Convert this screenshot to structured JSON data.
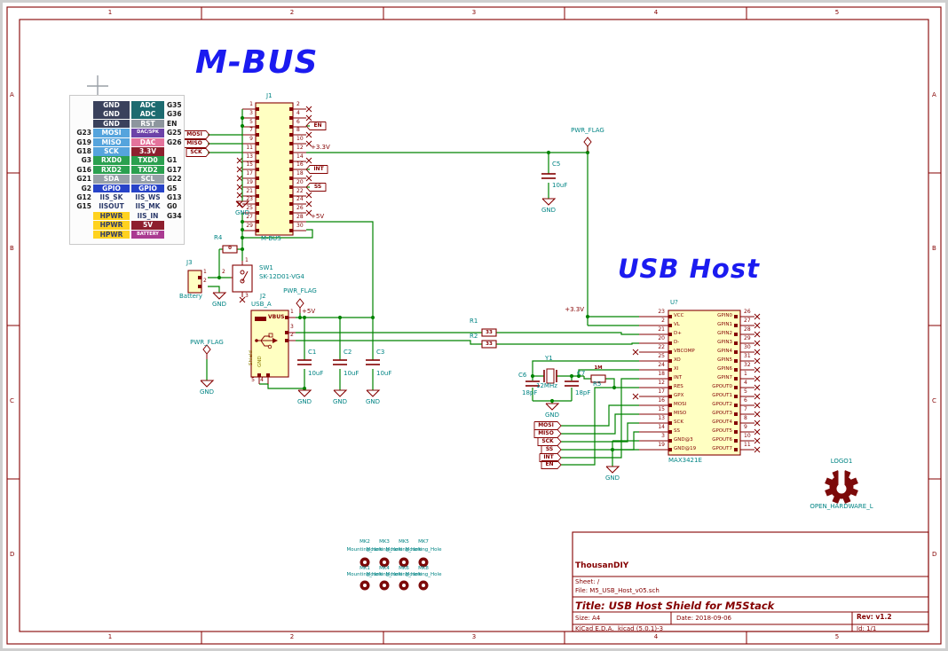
{
  "frame": {
    "cols": [
      "1",
      "2",
      "3",
      "4",
      "5"
    ],
    "rows": [
      "A",
      "B",
      "C",
      "D"
    ]
  },
  "titles": {
    "mbus": "M-BUS",
    "usb": "USB Host"
  },
  "power": {
    "p3v3": "+3.3V",
    "p5v": "+5V",
    "pwr_flag": "PWR_FLAG",
    "gnd": "GND"
  },
  "labels": {
    "mosi": "MOSI",
    "miso": "MISO",
    "sck": "SCK",
    "ss": "SS",
    "int": "INT",
    "en": "EN"
  },
  "pin_table": {
    "palette": {
      "gnd": "#3a415c",
      "adc": "#1d6b70",
      "rst": "#8d969e",
      "blue": "#55a4dd",
      "purple": "#6d42a8",
      "pink": "#e4739c",
      "red": "#8e1f2e",
      "green": "#2aa04f",
      "gray": "#97a0a8",
      "royal": "#2743c8",
      "yellow": "#ffd21f",
      "magenta": "#aa3a92",
      "none": ""
    },
    "rows": [
      [
        "",
        "GND",
        "gnd",
        "ADC",
        "adc",
        "G35"
      ],
      [
        "",
        "GND",
        "gnd",
        "ADC",
        "adc",
        "G36"
      ],
      [
        "",
        "GND",
        "gnd",
        "RST",
        "rst",
        "EN"
      ],
      [
        "G23",
        "MOSI",
        "blue",
        "DAC/SPK",
        "purple",
        "G25"
      ],
      [
        "G19",
        "MISO",
        "blue",
        "DAC",
        "pink",
        "G26"
      ],
      [
        "G18",
        "SCK",
        "blue",
        "3.3V",
        "red",
        ""
      ],
      [
        "G3",
        "RXD0",
        "green",
        "TXD0",
        "green",
        "G1"
      ],
      [
        "G16",
        "RXD2",
        "green",
        "TXD2",
        "green",
        "G17"
      ],
      [
        "G21",
        "SDA",
        "gray",
        "SCL",
        "gray",
        "G22"
      ],
      [
        "G2",
        "GPIO",
        "royal",
        "GPIO",
        "royal",
        "G5"
      ],
      [
        "G12",
        "IIS_SK",
        "none",
        "IIS_WS",
        "none",
        "G13"
      ],
      [
        "G15",
        "IISOUT",
        "none",
        "IIS_MK",
        "none",
        "G0"
      ],
      [
        "",
        "HPWR",
        "yellow",
        "IIS_IN",
        "none",
        "G34"
      ],
      [
        "",
        "HPWR",
        "yellow",
        "5V",
        "red",
        ""
      ],
      [
        "",
        "HPWR",
        "yellow",
        "BATTERY",
        "magenta",
        ""
      ]
    ]
  },
  "j1": {
    "ref": "J1",
    "value": "M-BUS",
    "left_nums": [
      "1",
      "3",
      "5",
      "7",
      "9",
      "11",
      "13",
      "15",
      "17",
      "19",
      "21",
      "23",
      "25",
      "27",
      "29"
    ],
    "right_nums": [
      "2",
      "4",
      "6",
      "8",
      "10",
      "12",
      "14",
      "16",
      "18",
      "20",
      "22",
      "24",
      "26",
      "28",
      "30"
    ]
  },
  "components": {
    "r1": {
      "ref": "R1",
      "value": "33"
    },
    "r2": {
      "ref": "R2",
      "value": "33"
    },
    "r4": {
      "ref": "R4",
      "value": "0"
    },
    "r5": {
      "ref": "R5",
      "value": "1M"
    },
    "c1": {
      "ref": "C1",
      "value": "10uF"
    },
    "c2": {
      "ref": "C2",
      "value": "10uF"
    },
    "c3": {
      "ref": "C3",
      "value": "10uF"
    },
    "c5": {
      "ref": "C5",
      "value": "10uF"
    },
    "c6": {
      "ref": "C6",
      "value": "18pF"
    },
    "c7": {
      "ref": "C7",
      "value": "18pF"
    },
    "y1": {
      "ref": "Y1",
      "value": "12MHz"
    },
    "sw1": {
      "ref": "SW1",
      "value": "SK-12D01-VG4",
      "pins": [
        "1",
        "2",
        "3"
      ]
    },
    "j3": {
      "ref": "J3",
      "value": "Battery",
      "pin1": "1",
      "pin2": "2"
    },
    "j2": {
      "ref": "J2",
      "value": "USB_A",
      "vbus": "VBUS",
      "shield": "Shield",
      "gnd": "GND",
      "pin1": "1",
      "pin2": "2",
      "pin3": "3",
      "pin4": "4",
      "pin5": "5"
    },
    "u1": {
      "ref": "U?",
      "value": "MAX3421E",
      "left_pins": [
        {
          "num": "23",
          "name": "VCC"
        },
        {
          "num": "2",
          "name": "VL"
        },
        {
          "num": "21",
          "name": "D+"
        },
        {
          "num": "20",
          "name": "D-"
        },
        {
          "num": "22",
          "name": "VBCOMP"
        },
        {
          "num": "25",
          "name": "XO"
        },
        {
          "num": "24",
          "name": "XI"
        },
        {
          "num": "18",
          "name": "INT"
        },
        {
          "num": "12",
          "name": "RES"
        },
        {
          "num": "17",
          "name": "GPX"
        },
        {
          "num": "16",
          "name": "MOSI"
        },
        {
          "num": "15",
          "name": "MISO"
        },
        {
          "num": "13",
          "name": "SCK"
        },
        {
          "num": "14",
          "name": "SS"
        },
        {
          "num": "3",
          "name": "GND@3"
        },
        {
          "num": "19",
          "name": "GND@19"
        }
      ],
      "right_pins": [
        {
          "num": "26",
          "name": "GPIN0"
        },
        {
          "num": "27",
          "name": "GPIN1"
        },
        {
          "num": "28",
          "name": "GPIN2"
        },
        {
          "num": "29",
          "name": "GPIN3"
        },
        {
          "num": "30",
          "name": "GPIN4"
        },
        {
          "num": "31",
          "name": "GPIN5"
        },
        {
          "num": "32",
          "name": "GPIN6"
        },
        {
          "num": "1",
          "name": "GPIN7"
        },
        {
          "num": "4",
          "name": "GPOUT0"
        },
        {
          "num": "5",
          "name": "GPOUT1"
        },
        {
          "num": "6",
          "name": "GPOUT2"
        },
        {
          "num": "7",
          "name": "GPOUT3"
        },
        {
          "num": "8",
          "name": "GPOUT4"
        },
        {
          "num": "9",
          "name": "GPOUT5"
        },
        {
          "num": "10",
          "name": "GPOUT6"
        },
        {
          "num": "11",
          "name": "GPOUT7"
        }
      ]
    }
  },
  "mounting": {
    "row1_refs": [
      "MK2",
      "MK3",
      "MK5",
      "MK7"
    ],
    "row2_refs": [
      "MK1",
      "MK4",
      "MK6",
      "MK8"
    ],
    "label": "Mounting_Hole"
  },
  "logo": {
    "ref": "LOGO1",
    "value": "OPEN_HARDWARE_L"
  },
  "title_block": {
    "company": "ThousanDIY",
    "sheet": "Sheet: /",
    "file": "File: M5_USB_Host_v05.sch",
    "title": "Title: USB Host Shield for M5Stack",
    "size": "Size: A4",
    "date": "Date: 2018-09-06",
    "rev": "Rev: v1.2",
    "kicad": "KiCad E.D.A.  kicad (5.0.1)-3",
    "id": "Id: 1/1"
  },
  "colors": {
    "wire": "#008400",
    "outline": "#840000",
    "body_fill": "#ffffc2",
    "teal": "#008484",
    "title_blue": "#1b1bf0"
  }
}
